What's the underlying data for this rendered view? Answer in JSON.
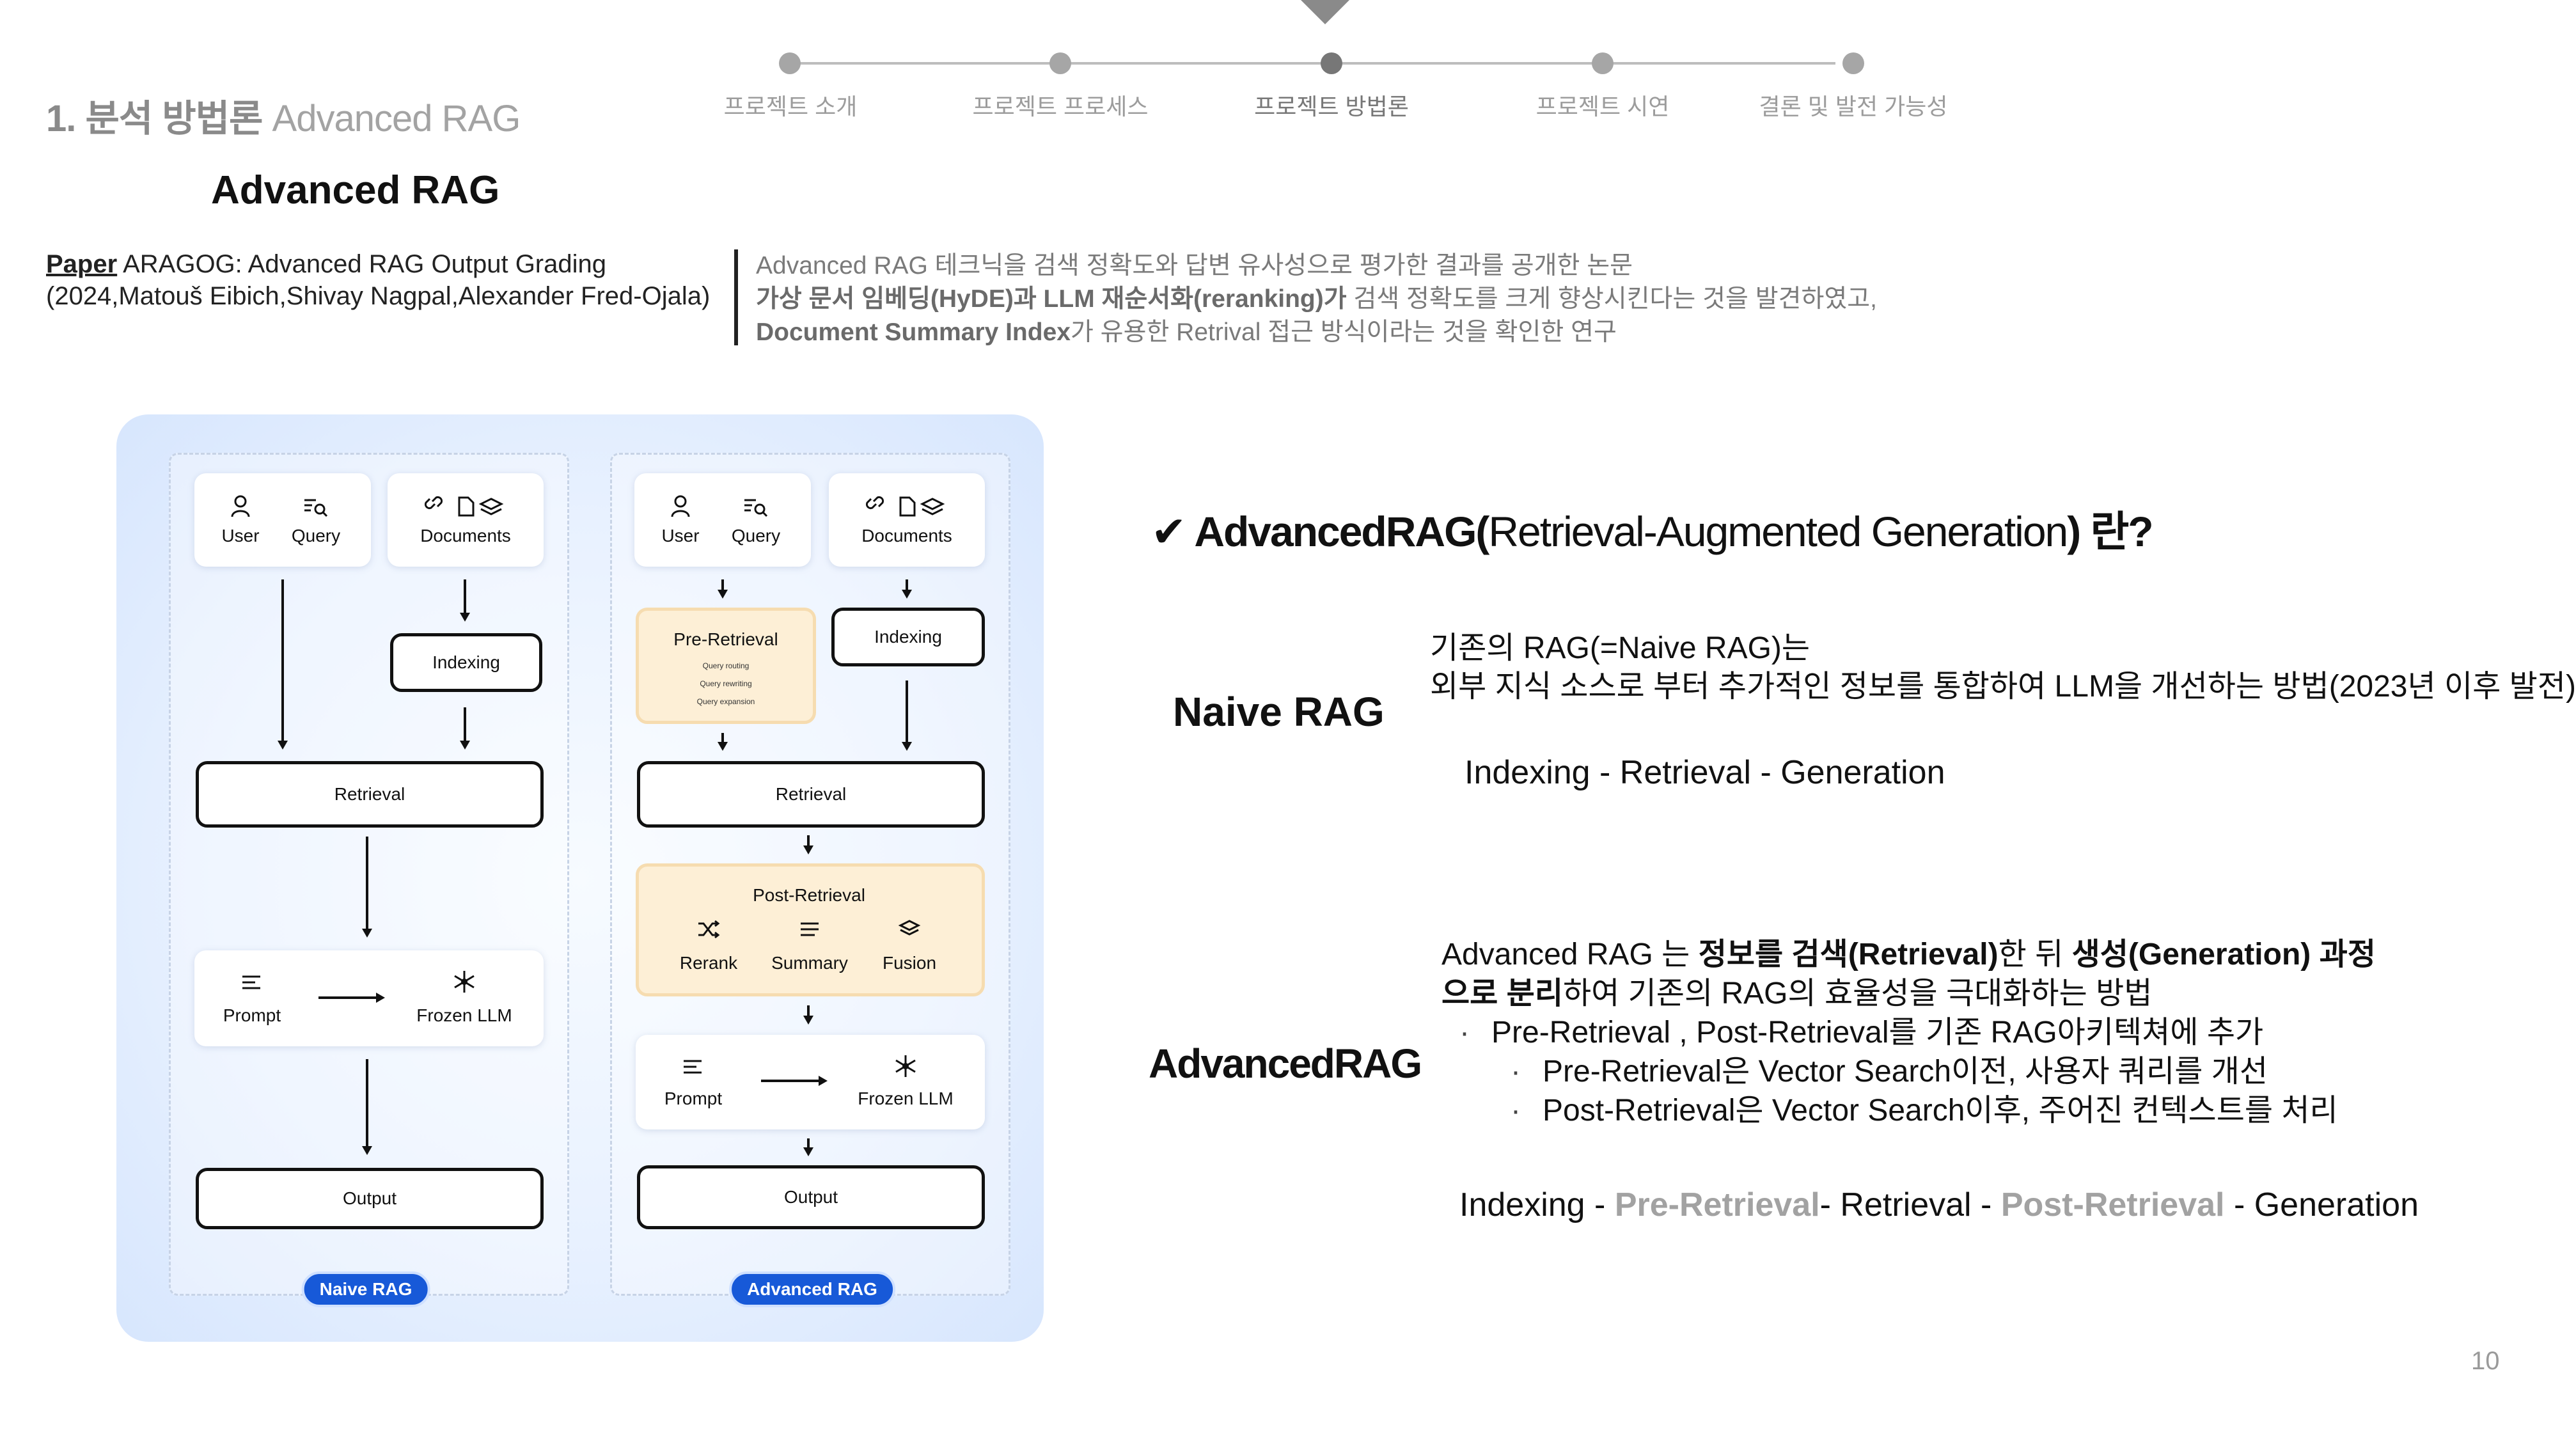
{
  "nav": {
    "steps": [
      {
        "label": "프로젝트 소개",
        "active": false
      },
      {
        "label": "프로젝트 프로세스",
        "active": false
      },
      {
        "label": "프로젝트 방법론",
        "active": true
      },
      {
        "label": "프로젝트 시연",
        "active": false
      },
      {
        "label": "결론 및 발전 가능성",
        "active": false
      }
    ]
  },
  "header": {
    "section_number": "1.",
    "section_name": "분석 방법론",
    "section_sub": "Advanced RAG",
    "main_title": "Advanced RAG"
  },
  "paper": {
    "tag": "Paper",
    "title": "ARAGOG: Advanced RAG Output Grading",
    "authors": "(2024,Matouš Eibich,Shivay Nagpal,Alexander Fred-Ojala)"
  },
  "summary": {
    "line1": "Advanced RAG 테크닉을 검색 정확도와 답변 유사성으로 평가한 결과를 공개한 논문",
    "line2_bold": "가상 문서 임베딩(HyDE)과 LLM 재순서화(reranking)가",
    "line2_rest": " 검색 정확도를 크게 향상시킨다는 것을 발견하였고,",
    "line3_bold": "Document Summary Index",
    "line3_rest": "가 유용한 Retrival 접근 방식이라는 것을 확인한 연구"
  },
  "diagram": {
    "user": "User",
    "query": "Query",
    "documents": "Documents",
    "indexing": "Indexing",
    "retrieval": "Retrieval",
    "prompt": "Prompt",
    "frozen_llm": "Frozen LLM",
    "output": "Output",
    "pre_retrieval": "Pre-Retrieval",
    "pre_items": [
      "Query routing",
      "Query rewriting",
      "Query expansion"
    ],
    "post_retrieval": "Post-Retrieval",
    "rerank": "Rerank",
    "summary": "Summary",
    "fusion": "Fusion",
    "naive_pill": "Naive RAG",
    "advanced_pill": "Advanced RAG",
    "pill_color": "#1759d8",
    "peach_color": "#fdefd6"
  },
  "content": {
    "question_bold1": "AdvancedRAG(",
    "question_light": "Retrieval-Augmented Generation",
    "question_bold2": ") 란?",
    "naive_label": "Naive RAG",
    "naive_line1": "기존의 RAG(=Naive RAG)는",
    "naive_line2": "외부 지식 소스로 부터 추가적인 정보를 통합하여 LLM을 개선하는 방법(2023년 이후 발전)",
    "naive_pipeline": "Indexing - Retrieval - Generation",
    "advanced_label": "AdvancedRAG",
    "adv_p1_a": "Advanced RAG 는 ",
    "adv_p1_b": "정보를 검색(Retrieval)",
    "adv_p1_c": "한 뒤 ",
    "adv_p1_d": "생성(Generation) 과정",
    "adv_p2_a": "으로 분리",
    "adv_p2_b": "하여 기존의 RAG의 효율성을 극대화하는 방법",
    "bullet1": "Pre-Retrieval , Post-Retrieval를 기존 RAG아키텍쳐에 추가",
    "bullet2": "Pre-Retrieval은 Vector Search이전, 사용자 쿼리를 개선",
    "bullet3": "Post-Retrieval은 Vector Search이후, 주어진 컨텍스트를 처리",
    "pipe_a": "Indexing - ",
    "pipe_b": "Pre-Retrieval",
    "pipe_c": "- Retrieval - ",
    "pipe_d": "Post-Retrieval",
    "pipe_e": " - Generation"
  },
  "page_number": "10"
}
